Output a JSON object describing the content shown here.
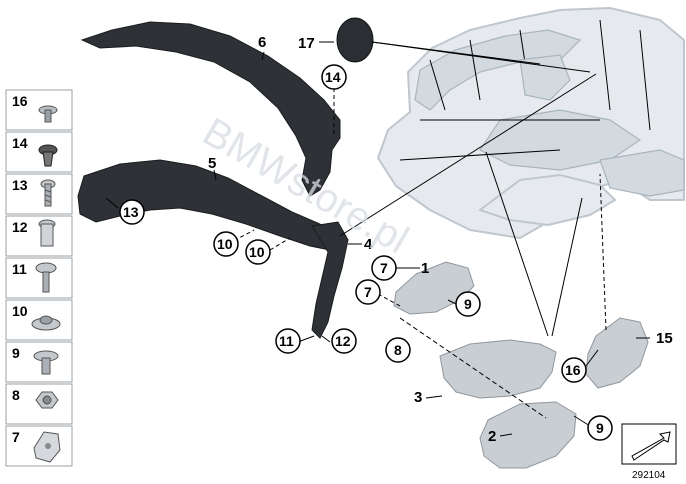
{
  "watermark": "BMWstore.pl",
  "reference_number": "292104",
  "legend_items": [
    {
      "number": "16",
      "icon": "push-rivet-icon"
    },
    {
      "number": "14",
      "icon": "expanding-rivet-icon"
    },
    {
      "number": "13",
      "icon": "screw-icon"
    },
    {
      "number": "12",
      "icon": "expanding-nut-icon"
    },
    {
      "number": "11",
      "icon": "flat-head-screw-icon"
    },
    {
      "number": "10",
      "icon": "washer-nut-icon"
    },
    {
      "number": "9",
      "icon": "clip-nut-icon"
    },
    {
      "number": "8",
      "icon": "hex-nut-icon"
    },
    {
      "number": "7",
      "icon": "spring-nut-icon"
    }
  ],
  "callouts": {
    "c1": "1",
    "c2": "2",
    "c3": "3",
    "c4": "4",
    "c5": "5",
    "c6": "6",
    "c7a": "7",
    "c7b": "7",
    "c8": "8",
    "c9a": "9",
    "c9b": "9",
    "c10a": "10",
    "c10b": "10",
    "c11": "11",
    "c12": "12",
    "c13": "13",
    "c14": "14",
    "c15": "15",
    "c16": "16",
    "c17": "17"
  }
}
